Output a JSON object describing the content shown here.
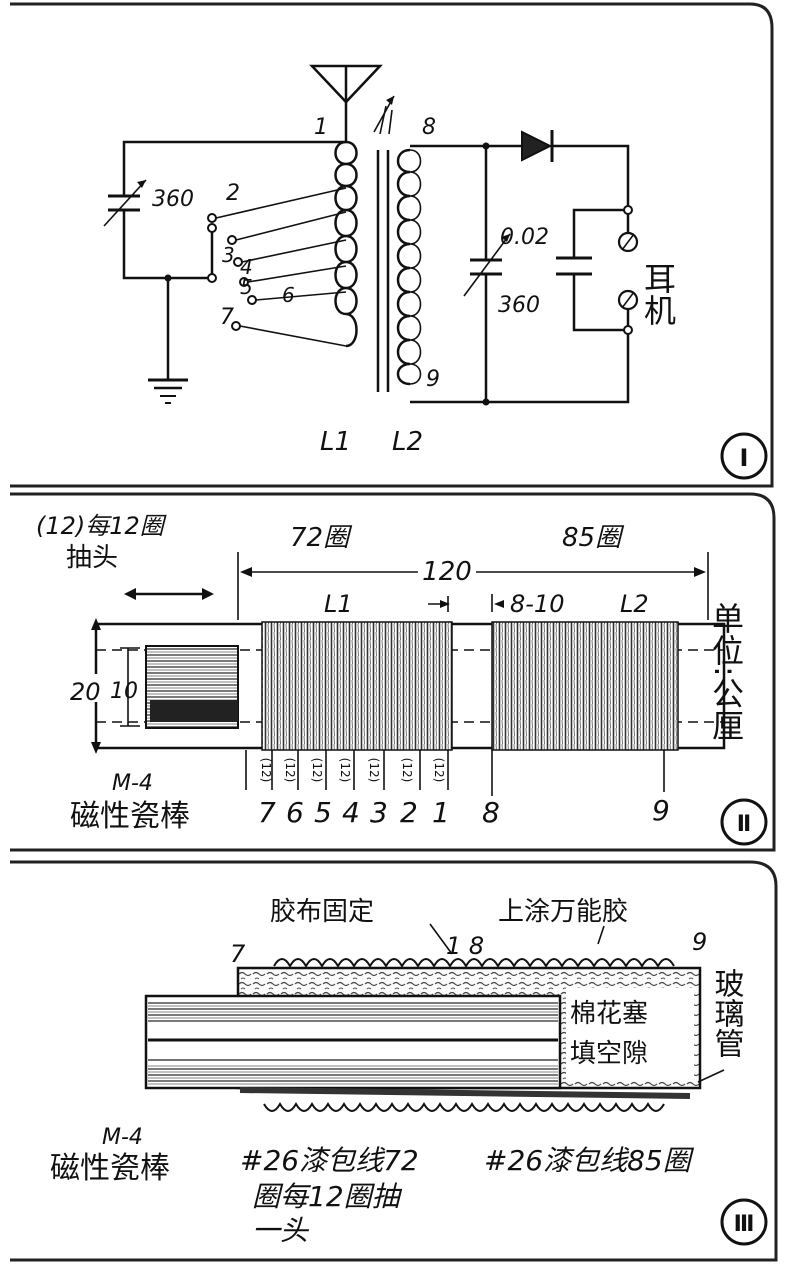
{
  "panel1": {
    "labels": {
      "n1": "1",
      "n2": "2",
      "n3": "3",
      "n4": "4",
      "n5": "5",
      "n6": "6",
      "n7": "7",
      "n8": "8",
      "n9": "9",
      "c1": "360",
      "c2": "360",
      "c3": "0.02",
      "l1": "L1",
      "l2": "L2",
      "earphone": "耳机"
    },
    "badge": "Ⅰ"
  },
  "panel2": {
    "tap_note_line1": "(12)每12圈",
    "tap_note_line2": "抽头",
    "turns_l1": "72圈",
    "turns_l2": "85圈",
    "length": "120",
    "gap": "8-10",
    "l1": "L1",
    "l2": "L2",
    "dim_20": "20",
    "dim_10": "10",
    "unit": "单位:公厘",
    "rod_model": "M-4",
    "rod_name": "磁性瓷棒",
    "seg_label": "(12)",
    "taps": [
      "7",
      "6",
      "5",
      "4",
      "3",
      "2",
      "1"
    ],
    "tap8": "8",
    "tap9": "9",
    "badge": "Ⅱ"
  },
  "panel3": {
    "tape": "胶布固定",
    "glue": "上涂万能胶",
    "n7": "7",
    "n18": "1 8",
    "n9": "9",
    "cotton": "棉花塞填空隙",
    "glass": "玻璃管",
    "rod_model": "M-4",
    "rod_name": "磁性瓷棒",
    "wire1_line1": "#26漆包线72",
    "wire1_line2": "圈每12圈抽",
    "wire1_line3": "一头",
    "wire2": "#26漆包线85圈",
    "badge": "Ⅲ"
  }
}
